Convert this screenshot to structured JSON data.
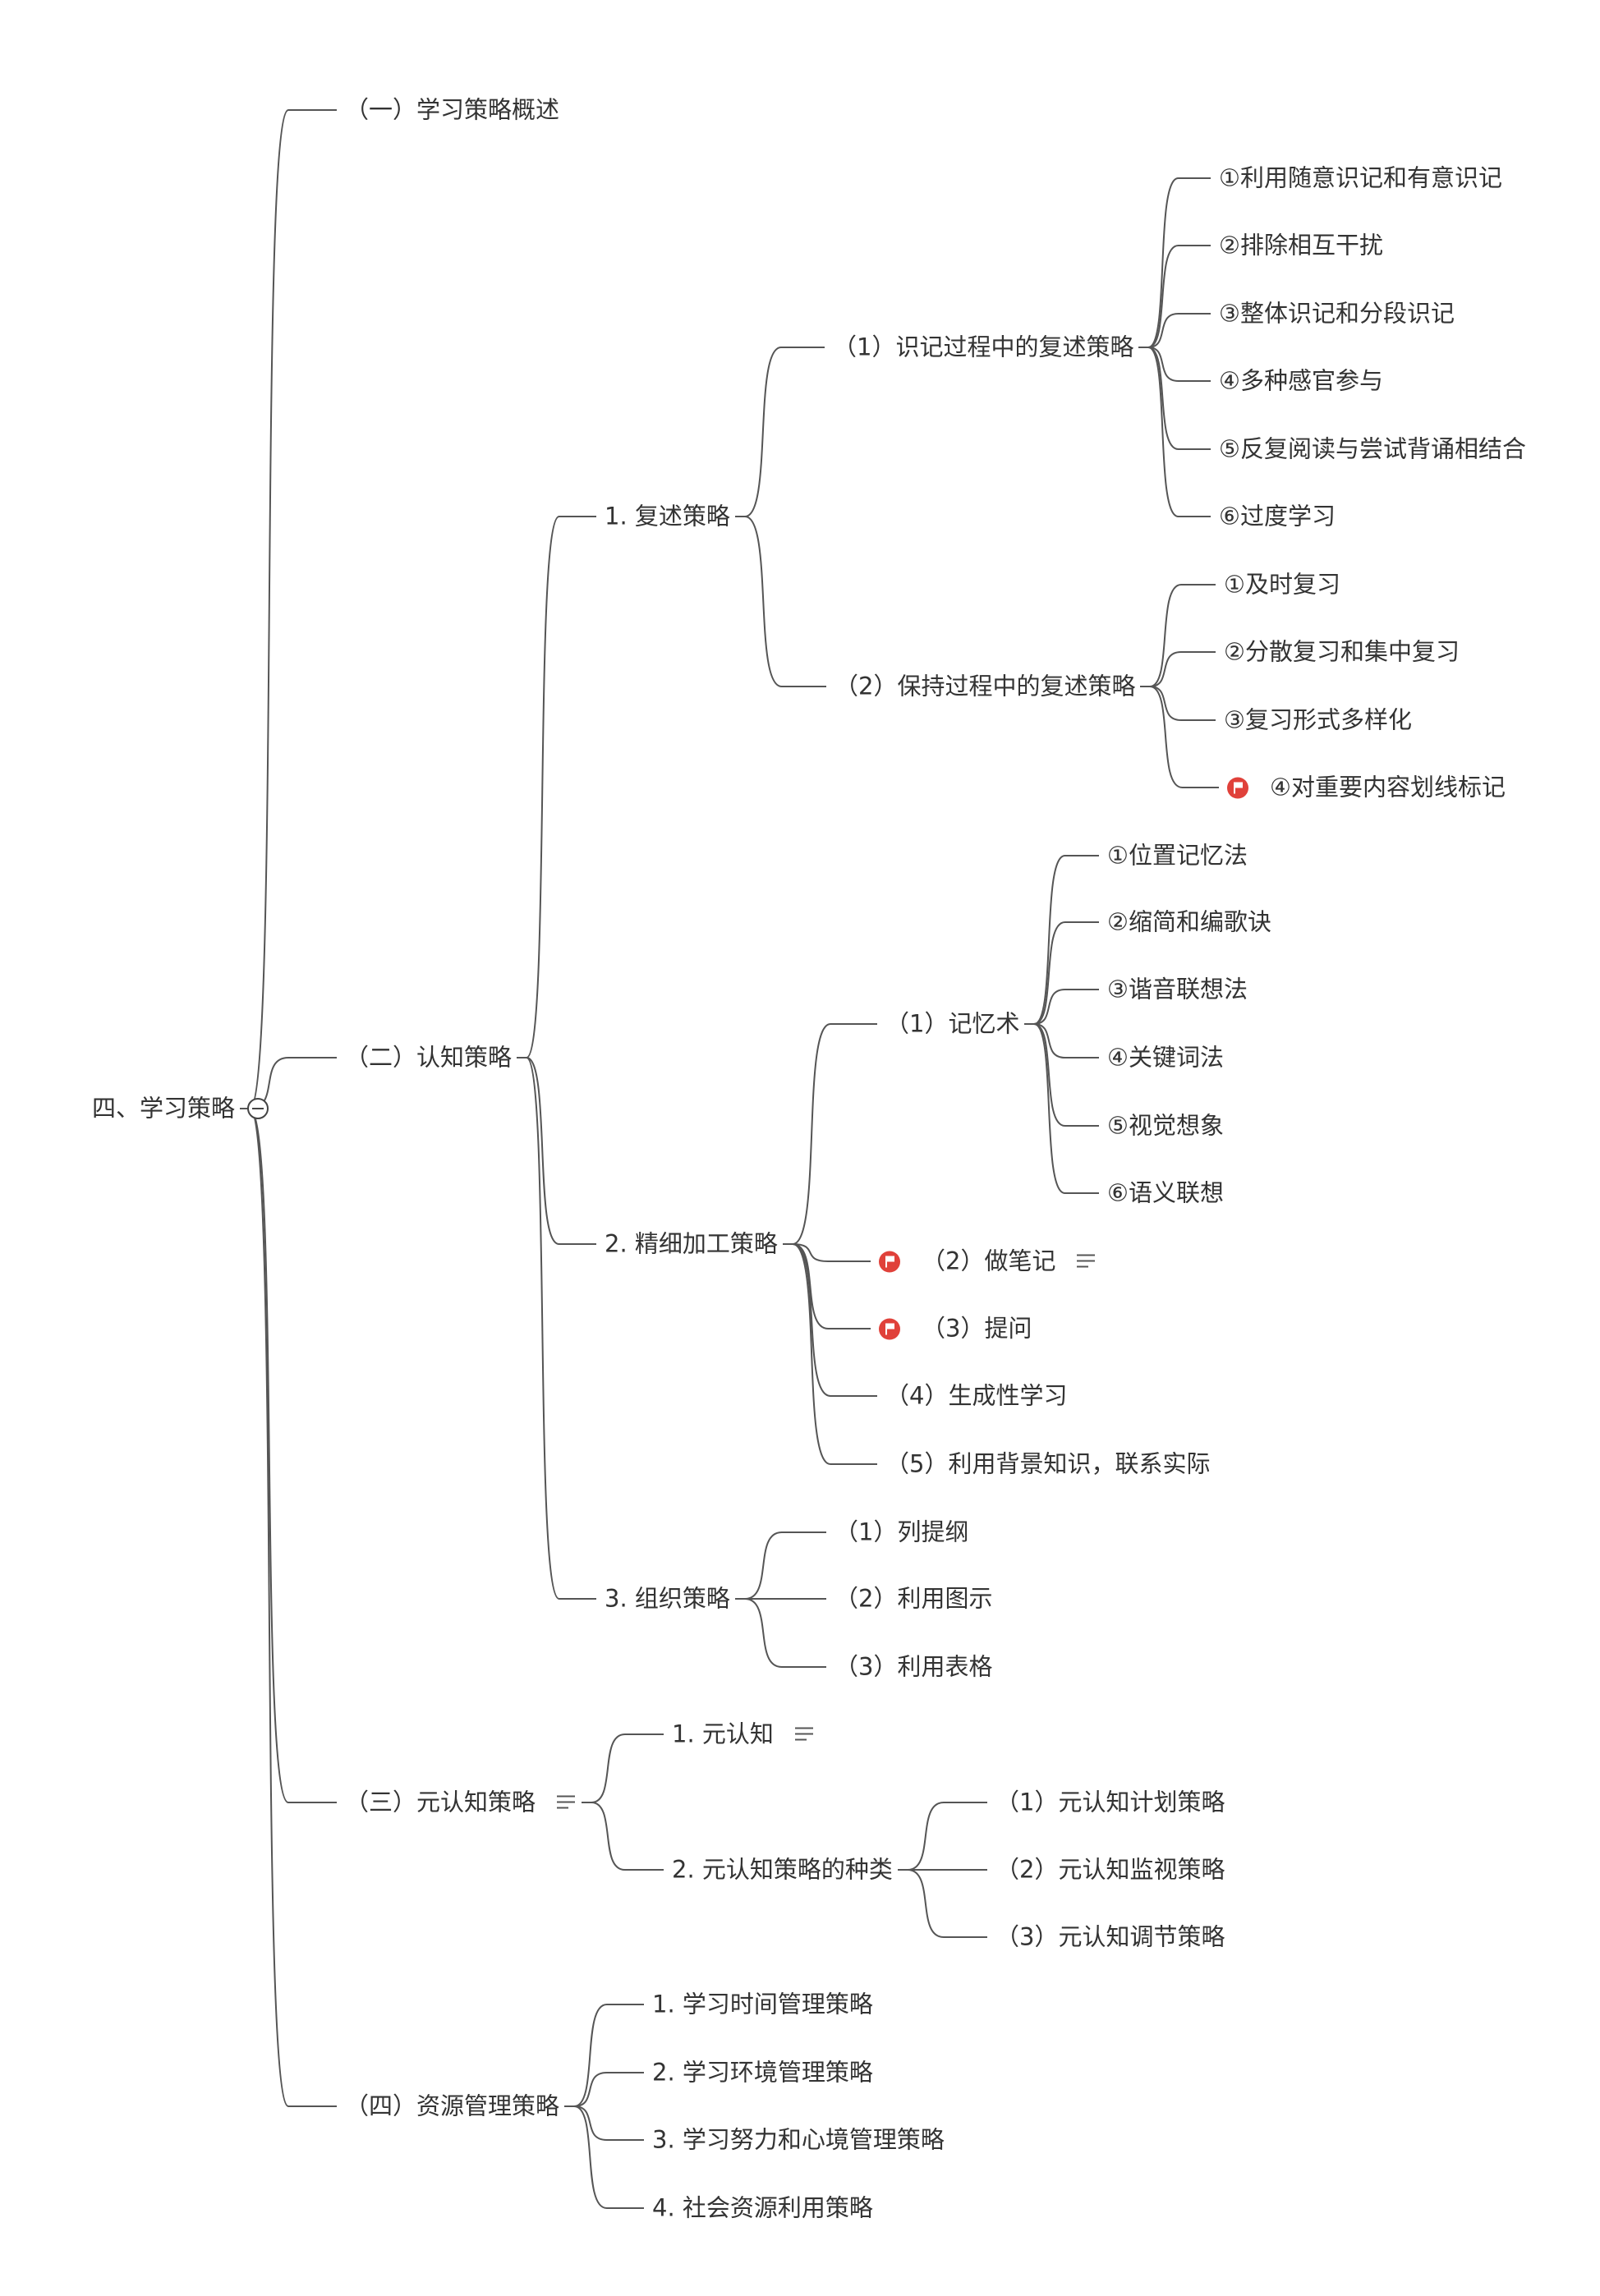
{
  "root": {
    "label": "四、学习策略",
    "children": [
      {
        "label": "（一）学习策略概述",
        "children": []
      },
      {
        "label": "（二）认知策略",
        "children": [
          {
            "label": "1. 复述策略",
            "children": [
              {
                "label": "（1）识记过程中的复述策略",
                "children": [
                  {
                    "label": "①利用随意识记和有意识记"
                  },
                  {
                    "label": "②排除相互干扰"
                  },
                  {
                    "label": "③整体识记和分段识记"
                  },
                  {
                    "label": "④多种感官参与"
                  },
                  {
                    "label": "⑤反复阅读与尝试背诵相结合"
                  },
                  {
                    "label": "⑥过度学习"
                  }
                ]
              },
              {
                "label": "（2）保持过程中的复述策略",
                "children": [
                  {
                    "label": "①及时复习"
                  },
                  {
                    "label": "②分散复习和集中复习"
                  },
                  {
                    "label": "③复习形式多样化"
                  },
                  {
                    "label": "④对重要内容划线标记",
                    "flag": true
                  }
                ]
              }
            ]
          },
          {
            "label": "2. 精细加工策略",
            "children": [
              {
                "label": "（1）记忆术",
                "children": [
                  {
                    "label": "①位置记忆法"
                  },
                  {
                    "label": "②缩简和编歌诀"
                  },
                  {
                    "label": "③谐音联想法"
                  },
                  {
                    "label": "④关键词法"
                  },
                  {
                    "label": "⑤视觉想象"
                  },
                  {
                    "label": "⑥语义联想"
                  }
                ]
              },
              {
                "label": "（2）做笔记",
                "flag": true,
                "note": true
              },
              {
                "label": "（3）提问",
                "flag": true
              },
              {
                "label": "（4）生成性学习"
              },
              {
                "label": "（5）利用背景知识，联系实际"
              }
            ]
          },
          {
            "label": "3. 组织策略",
            "children": [
              {
                "label": "（1）列提纲"
              },
              {
                "label": "（2）利用图示"
              },
              {
                "label": "（3）利用表格"
              }
            ]
          }
        ]
      },
      {
        "label": "（三）元认知策略",
        "note": true,
        "children": [
          {
            "label": "1. 元认知",
            "note": true
          },
          {
            "label": "2. 元认知策略的种类",
            "children": [
              {
                "label": "（1）元认知计划策略"
              },
              {
                "label": "（2）元认知监视策略"
              },
              {
                "label": "（3）元认知调节策略"
              }
            ]
          }
        ]
      },
      {
        "label": "（四）资源管理策略",
        "children": [
          {
            "label": "1. 学习时间管理策略"
          },
          {
            "label": "2. 学习环境管理策略"
          },
          {
            "label": "3. 学习努力和心境管理策略"
          },
          {
            "label": "4. 社会资源利用策略"
          }
        ]
      }
    ]
  },
  "colors": {
    "line": "#555555",
    "text": "#333333",
    "flag": "#e0413a"
  },
  "icons": {
    "flag": "red-flag-icon",
    "note": "note-lines-icon",
    "toggle": "collapse-minus-icon"
  }
}
